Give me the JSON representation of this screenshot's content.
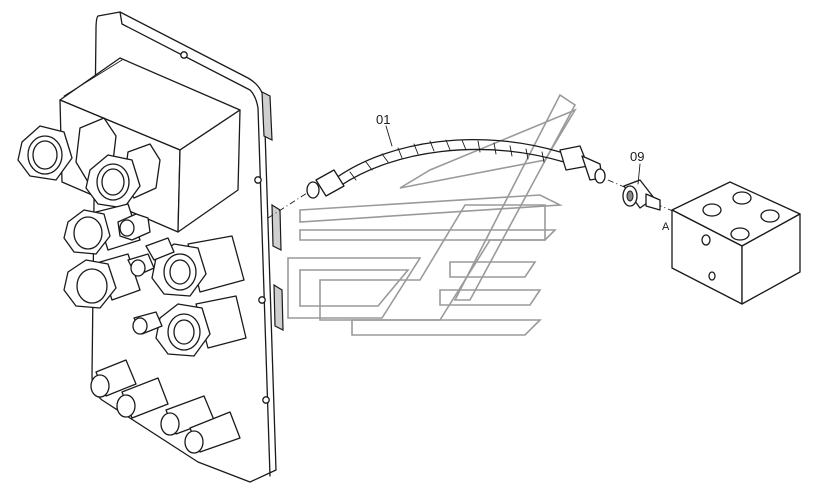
{
  "callouts": {
    "hose": "01",
    "fitting": "09",
    "port": "A"
  },
  "colors": {
    "line": "#1a1a1a",
    "background": "#ffffff",
    "watermark": "#9a9a9a"
  }
}
